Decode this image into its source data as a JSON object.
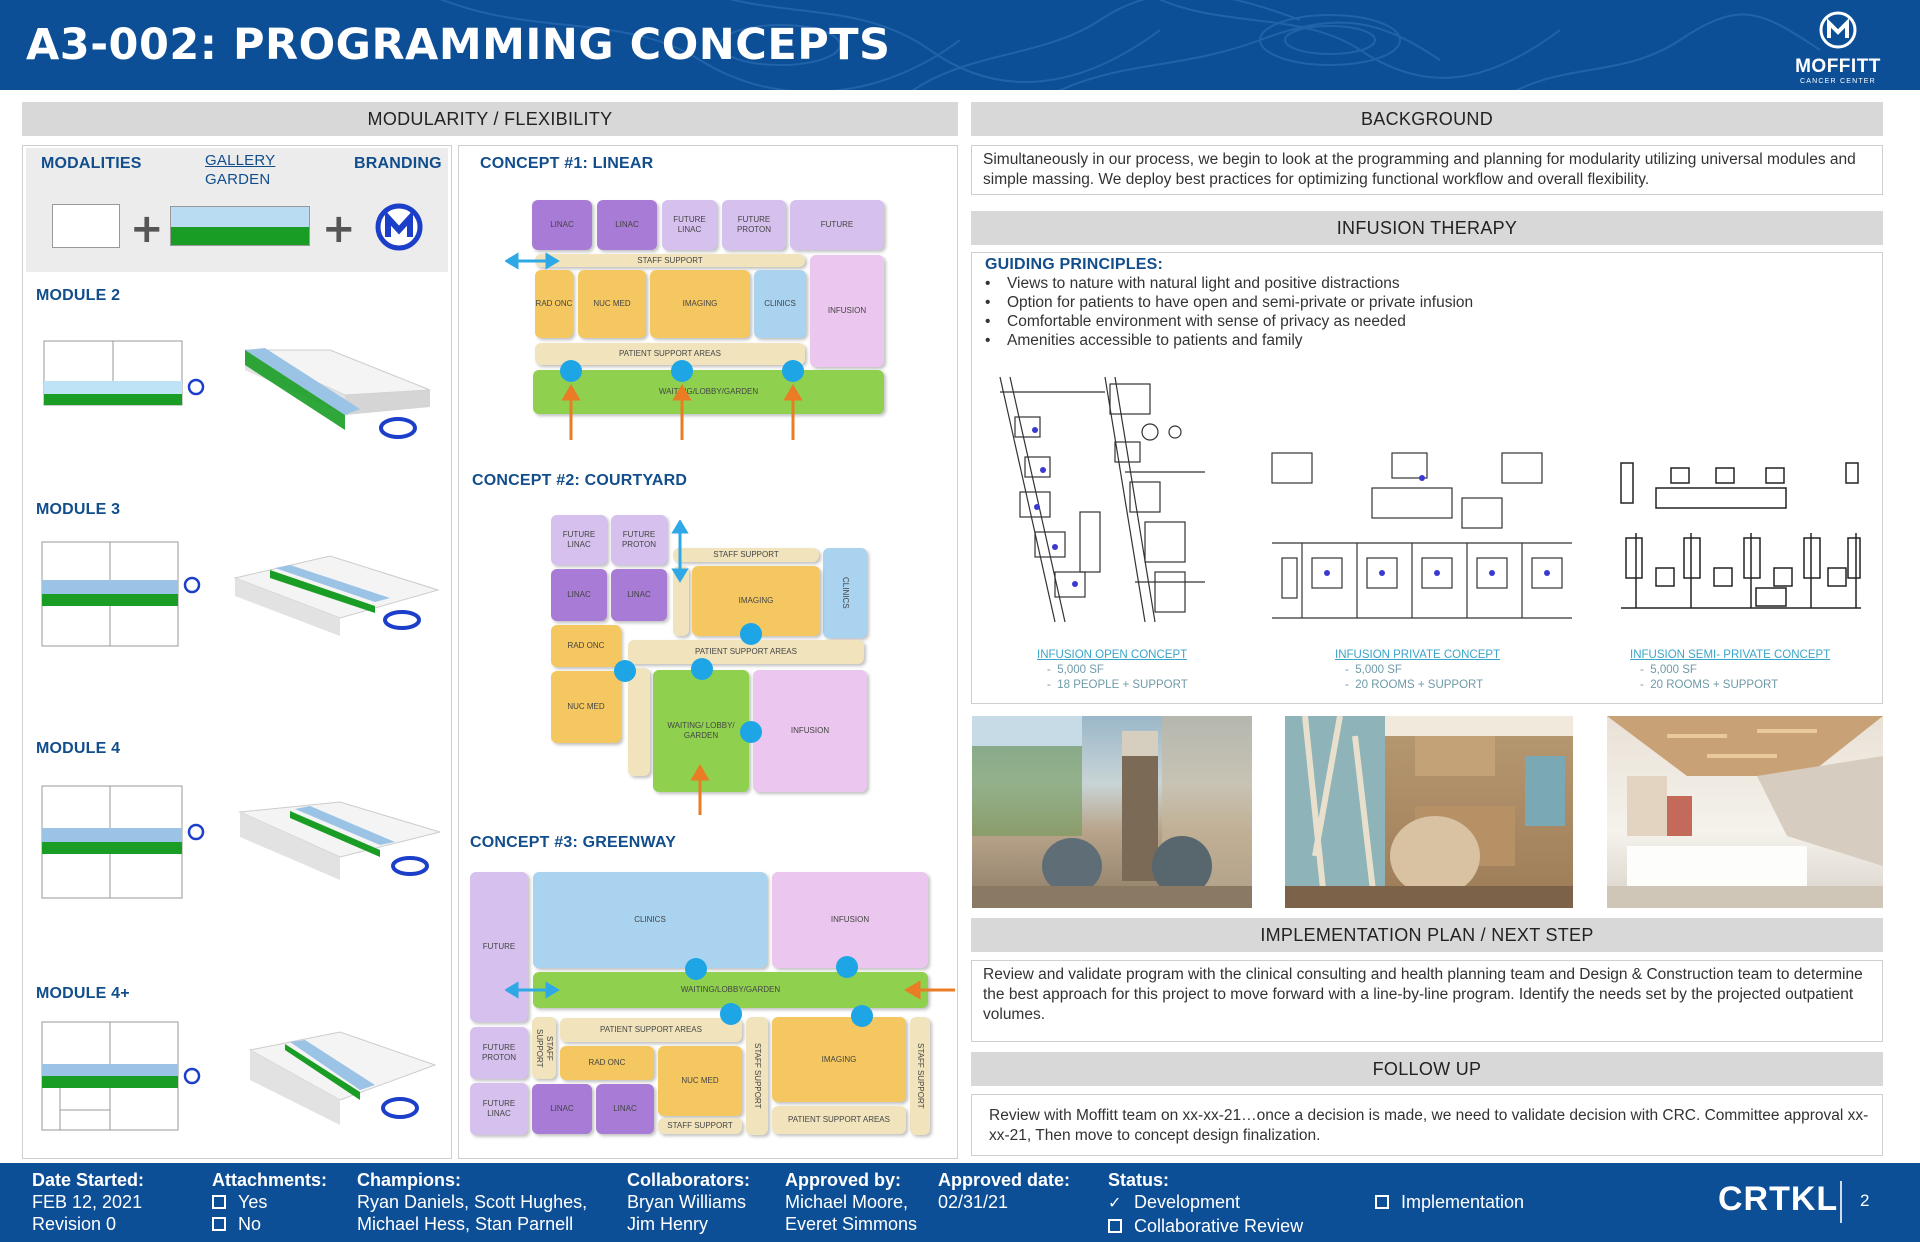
{
  "header": {
    "title": "A3-002: PROGRAMMING CONCEPTS",
    "logo_name": "MOFFITT",
    "logo_sub": "CANCER CENTER"
  },
  "modularity": {
    "bar_label": "MODULARITY / FLEXIBILITY",
    "legend": {
      "modalities": "MODALITIES",
      "gallery_line1": "GALLERY",
      "gallery_line2": "GARDEN",
      "branding": "BRANDING"
    },
    "modules": [
      "MODULE 2",
      "MODULE 3",
      "MODULE 4",
      "MODULE 4+"
    ]
  },
  "concept1": {
    "title": "CONCEPT #1: LINEAR",
    "zones": {
      "linac1": "LINAC",
      "linac2": "LINAC",
      "future_linac": "FUTURE LINAC",
      "future_proton": "FUTURE PROTON",
      "future": "FUTURE",
      "staff": "STAFF SUPPORT",
      "rad_onc": "RAD ONC",
      "nuc_med": "NUC MED",
      "imaging": "IMAGING",
      "clinics": "CLINICS",
      "infusion": "INFUSION",
      "patient": "PATIENT SUPPORT AREAS",
      "waiting": "WAITING/LOBBY/GARDEN"
    }
  },
  "concept2": {
    "title": "CONCEPT #2: COURTYARD",
    "zones": {
      "future_linac": "FUTURE LINAC",
      "future_proton": "FUTURE PROTON",
      "staff": "STAFF SUPPORT",
      "clinics": "CLINICS",
      "linac1": "LINAC",
      "linac2": "LINAC",
      "imaging": "IMAGING",
      "rad_onc": "RAD ONC",
      "patient": "PATIENT SUPPORT AREAS",
      "nuc_med": "NUC MED",
      "waiting": "WAITING/ LOBBY/ GARDEN",
      "infusion": "INFUSION"
    }
  },
  "concept3": {
    "title": "CONCEPT #3: GREENWAY",
    "zones": {
      "future": "FUTURE",
      "clinics": "CLINICS",
      "infusion": "INFUSION",
      "waiting": "WAITING/LOBBY/GARDEN",
      "future_proton": "FUTURE PROTON",
      "staff1": "STAFF SUPPORT",
      "patient1": "PATIENT SUPPORT AREAS",
      "rad_onc": "RAD ONC",
      "nuc_med": "NUC MED",
      "staff2": "STAFF SUPPORT",
      "imaging": "IMAGING",
      "staff3": "STAFF SUPPORT",
      "future_linac": "FUTURE LINAC",
      "linac1": "LINAC",
      "linac2": "LINAC",
      "staff4": "STAFF SUPPORT",
      "patient2": "PATIENT SUPPORT AREAS"
    }
  },
  "background": {
    "bar_label": "BACKGROUND",
    "text": "Simultaneously in our process, we begin to look at the programming and planning for modularity utilizing universal modules and simple massing. We deploy best practices for optimizing functional workflow and overall flexibility."
  },
  "infusion": {
    "bar_label": "INFUSION THERAPY",
    "guiding_title": "GUIDING PRINCIPLES:",
    "principles": [
      "Views to nature with natural light and positive distractions",
      "Option for patients to have open and semi-private or private infusion",
      "Comfortable environment with sense of privacy as needed",
      "Amenities accessible to patients and family"
    ],
    "plans": [
      {
        "title": "INFUSION OPEN CONCEPT",
        "line1": "5,000 SF",
        "line2": "18 PEOPLE + SUPPORT"
      },
      {
        "title": "INFUSION PRIVATE CONCEPT",
        "line1": "5,000 SF",
        "line2": "20 ROOMS + SUPPORT"
      },
      {
        "title": "INFUSION SEMI- PRIVATE CONCEPT",
        "line1": "5,000 SF",
        "line2": "20 ROOMS + SUPPORT"
      }
    ]
  },
  "implementation": {
    "bar_label": "IMPLEMENTATION PLAN / NEXT STEP",
    "text": "Review and validate program with the clinical consulting and health planning team and Design & Construction team to determine the best approach for this project to move forward with a line-by-line program. Identify the needs set by the projected outpatient volumes."
  },
  "followup": {
    "bar_label": "FOLLOW UP",
    "text": "Review with Moffitt team on xx-xx-21…once a decision is made, we need to validate decision with CRC. Committee approval xx-xx-21, Then move to concept design finalization."
  },
  "footer": {
    "date_started_label": "Date Started:",
    "date_started": "FEB 12, 2021",
    "revision": "Revision 0",
    "attachments_label": "Attachments:",
    "att_yes": "Yes",
    "att_no": "No",
    "champions_label": "Champions:",
    "champions_1": "Ryan Daniels, Scott Hughes,",
    "champions_2": "Michael Hess, Stan Parnell",
    "collaborators_label": "Collaborators:",
    "collab_1": "Bryan Williams",
    "collab_2": "Jim Henry",
    "approved_by_label": "Approved by:",
    "approved_1": "Michael Moore,",
    "approved_2": "Everet Simmons",
    "approved_date_label": "Approved  date:",
    "approved_date": "02/31/21",
    "status_label": "Status:",
    "status_dev": "Development",
    "status_collab": "Collaborative Review",
    "status_impl": "Implementation",
    "brand": "CRTKL",
    "page": "2"
  },
  "colors": {
    "header_blue": "#0d4f96",
    "bar_gray": "#d8d8d8",
    "label_blue": "#124d8c"
  }
}
